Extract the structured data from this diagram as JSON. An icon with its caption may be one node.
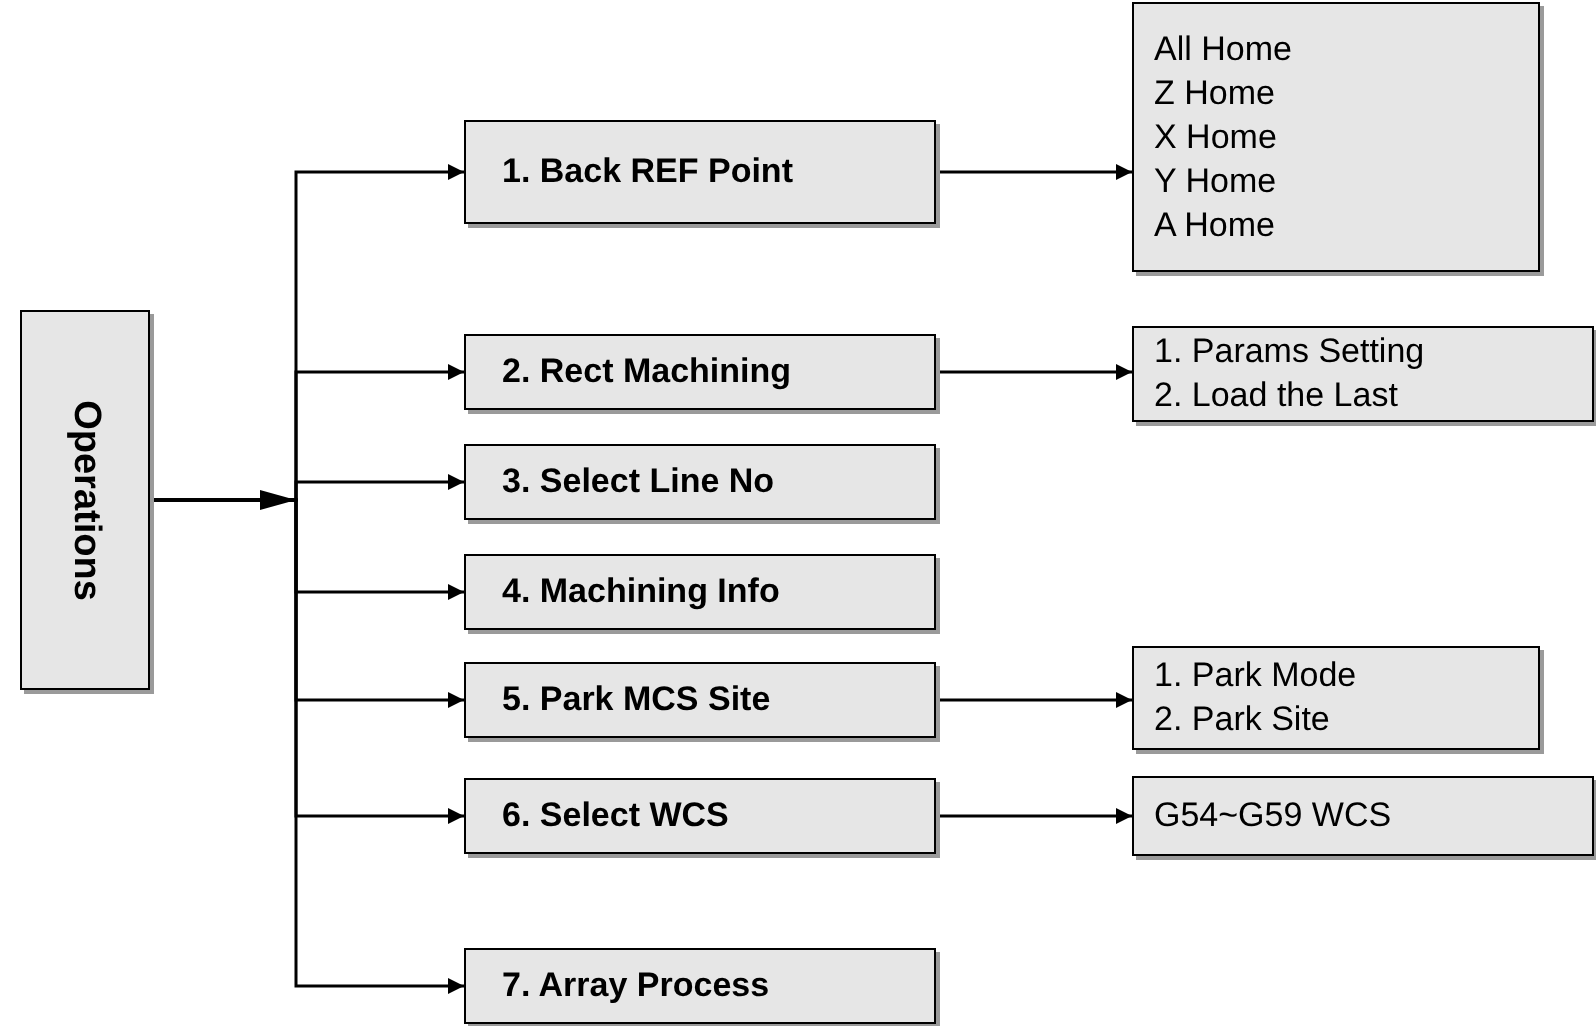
{
  "diagram": {
    "nodes": [
      {
        "text": [
          "Operations"
        ]
      },
      {
        "text": [
          "1. Back REF Point"
        ]
      },
      {
        "text": [
          "2. Rect Machining"
        ]
      },
      {
        "text": [
          "3. Select Line No"
        ]
      },
      {
        "text": [
          "4. Machining Info"
        ]
      },
      {
        "text": [
          "5. Park MCS Site"
        ]
      },
      {
        "text": [
          "6. Select WCS"
        ]
      },
      {
        "text": [
          "7. Array Process"
        ]
      },
      {
        "text": [
          "All Home",
          "Z Home",
          "X Home",
          "Y Home",
          "A Home"
        ]
      },
      {
        "text": [
          "1. Params Setting",
          "2. Load the Last"
        ]
      },
      {
        "text": [
          "1. Park Mode",
          "2. Park Site"
        ]
      },
      {
        "text": [
          "G54~G59 WCS"
        ]
      }
    ],
    "edges": [
      {
        "from": 0,
        "to": 1,
        "arrow": "to"
      },
      {
        "from": 0,
        "to": 2,
        "arrow": "to"
      },
      {
        "from": 0,
        "to": 3,
        "arrow": "to"
      },
      {
        "from": 0,
        "to": 4,
        "arrow": "to"
      },
      {
        "from": 0,
        "to": 5,
        "arrow": "to"
      },
      {
        "from": 0,
        "to": 6,
        "arrow": "to"
      },
      {
        "from": 0,
        "to": 7,
        "arrow": "to"
      },
      {
        "from": 1,
        "to": 8,
        "arrow": "to"
      },
      {
        "from": 2,
        "to": 9,
        "arrow": "to"
      },
      {
        "from": 5,
        "to": 10,
        "arrow": "to"
      },
      {
        "from": 6,
        "to": 11,
        "arrow": "to"
      }
    ]
  }
}
